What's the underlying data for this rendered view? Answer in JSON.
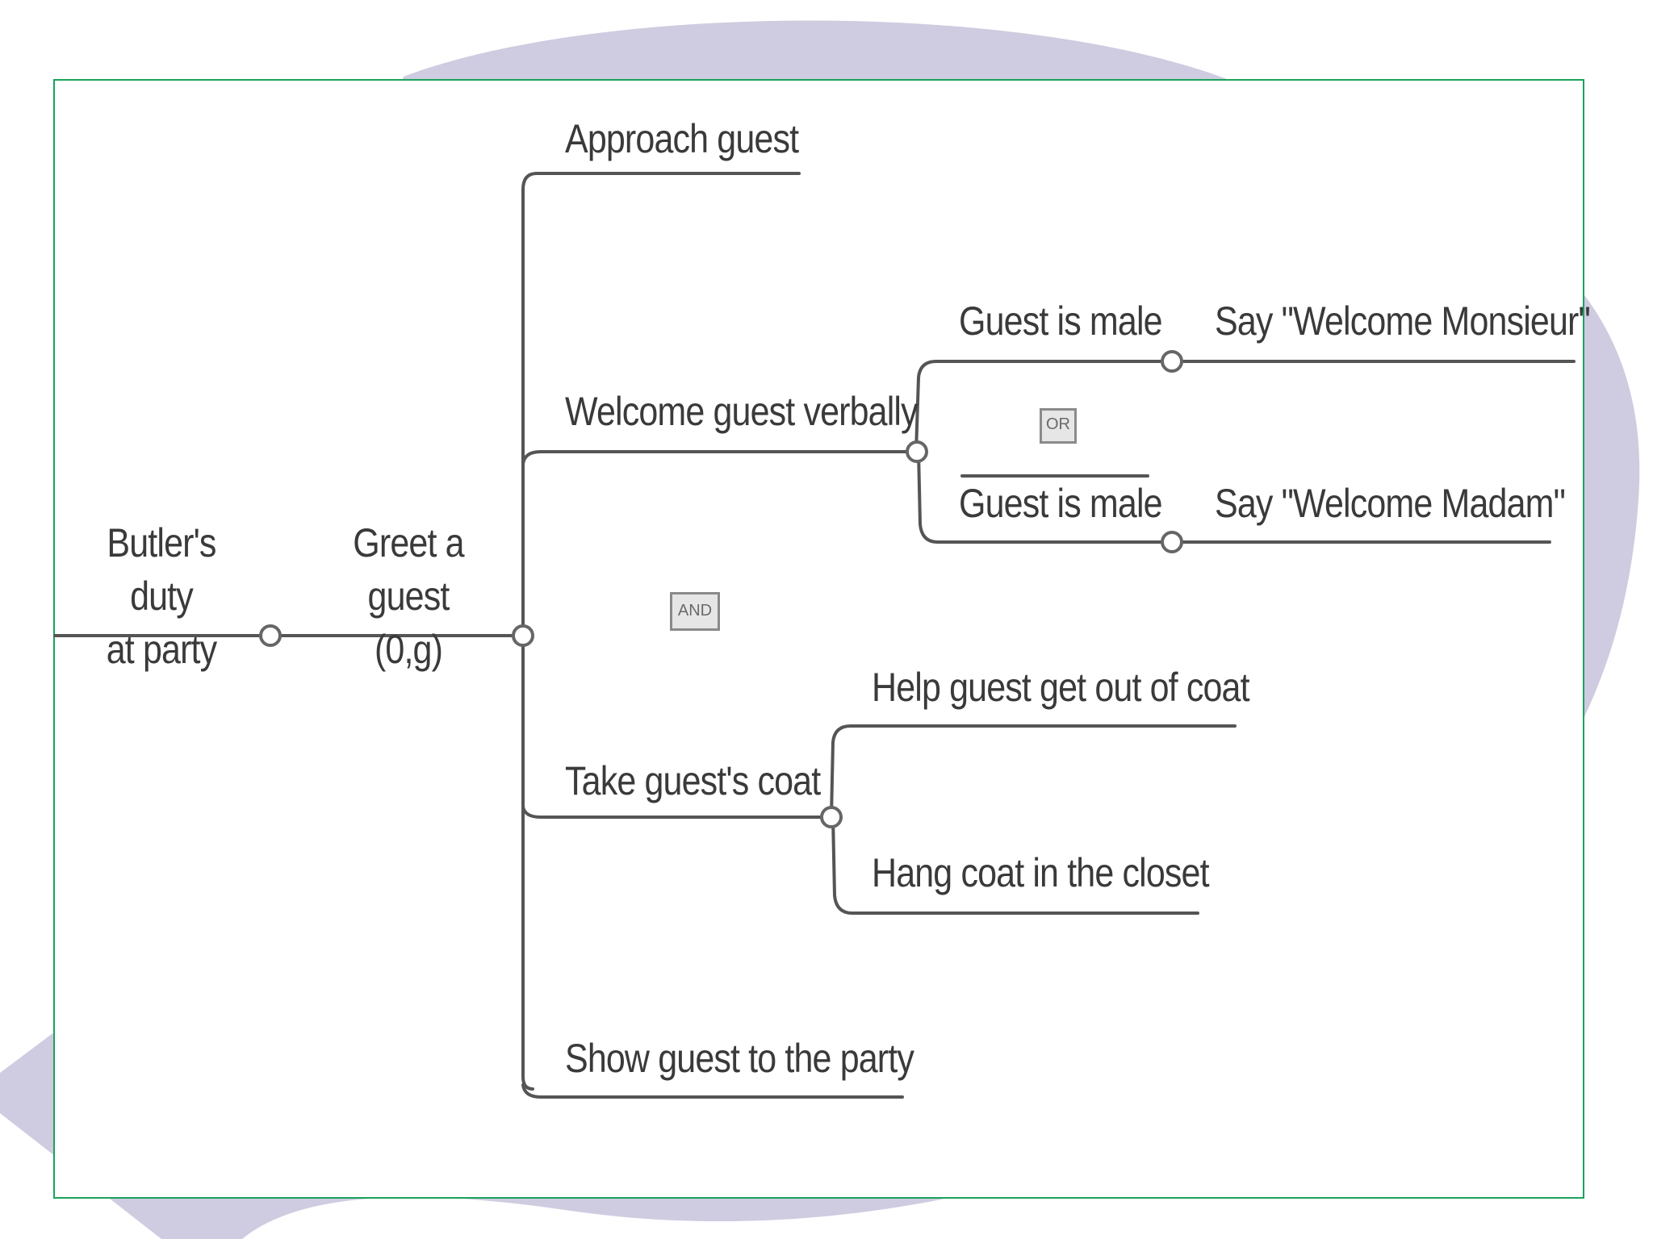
{
  "colors": {
    "frame_border": "#1aa35a",
    "backdrop_shape": "#cfcbe0",
    "line": "#555555",
    "text": "#3a3a3a"
  },
  "nodes": {
    "root": "Butler's duty\nat party",
    "goal": "Greet a guest\n(0,g)",
    "approach": "Approach guest",
    "welcome": "Welcome guest verbally",
    "take_coat": "Take guest's coat",
    "show_party": "Show guest to the party",
    "guest_male_1": "Guest is male",
    "guest_male_2": "Guest is male",
    "say_monsieur": "Say \"Welcome Monsieur\"",
    "say_madam": "Say \"Welcome Madam\"",
    "help_coat": "Help guest get out of coat",
    "hang_coat": "Hang coat in the closet"
  },
  "badges": {
    "or": "OR",
    "and": "AND"
  }
}
